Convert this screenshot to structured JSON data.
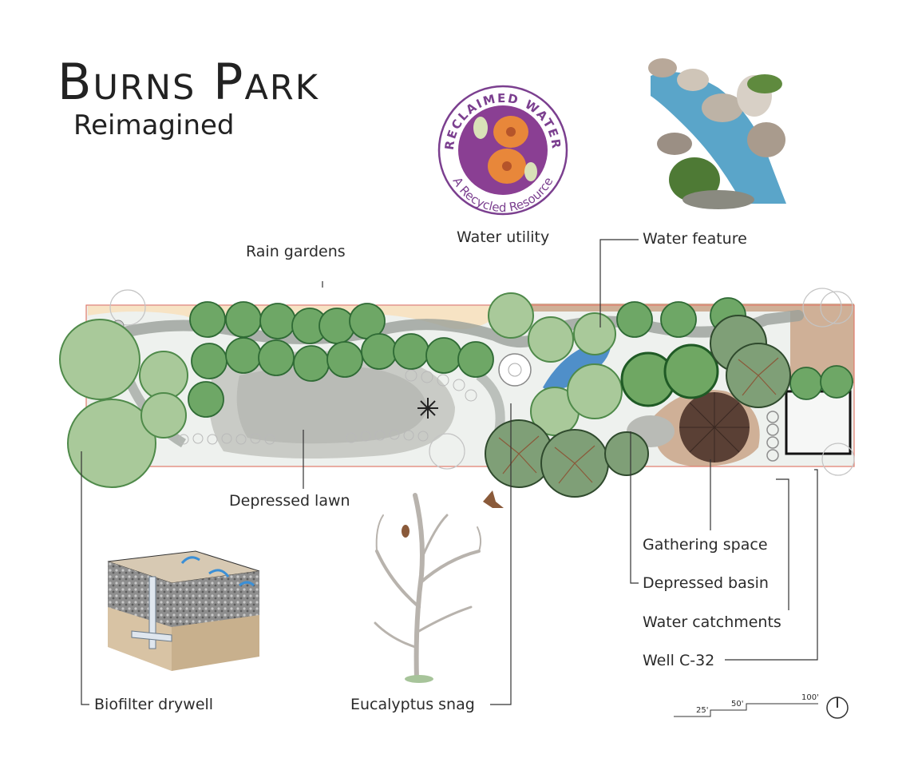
{
  "header": {
    "title": "Burns Park",
    "subtitle": "Reimagined"
  },
  "logo": {
    "top_text": "RECLAIMED WATER",
    "bottom_text": "A Recycled Resource",
    "ring_color": "#7b3f8f",
    "center_color": "#8a3f93",
    "flower_color": "#e8873a"
  },
  "labels": {
    "water_utility": "Water utility",
    "water_feature": "Water feature",
    "rain_gardens": "Rain gardens",
    "depressed_lawn": "Depressed lawn",
    "gathering_space": "Gathering space",
    "depressed_basin": "Depressed basin",
    "water_catchments": "Water catchments",
    "well": "Well C-32",
    "biofilter_drywell": "Biofilter drywell",
    "eucalyptus_snag": "Eucalyptus snag"
  },
  "scale_bar": {
    "ticks": [
      "25'",
      "50'",
      "100'"
    ],
    "north_icon": "north-arrow-icon"
  },
  "colors": {
    "tree_light": "#a9c99a",
    "tree_mid": "#5f9a58",
    "tree_dark": "#2f6b35",
    "tree_brown": "#8a5a3a",
    "lawn": "#c9cbc6",
    "path": "#9aa09a",
    "water": "#4f8fc9",
    "soil": "#c9a487",
    "gathering": "#5a4035",
    "outline_red": "#e07a6a"
  }
}
